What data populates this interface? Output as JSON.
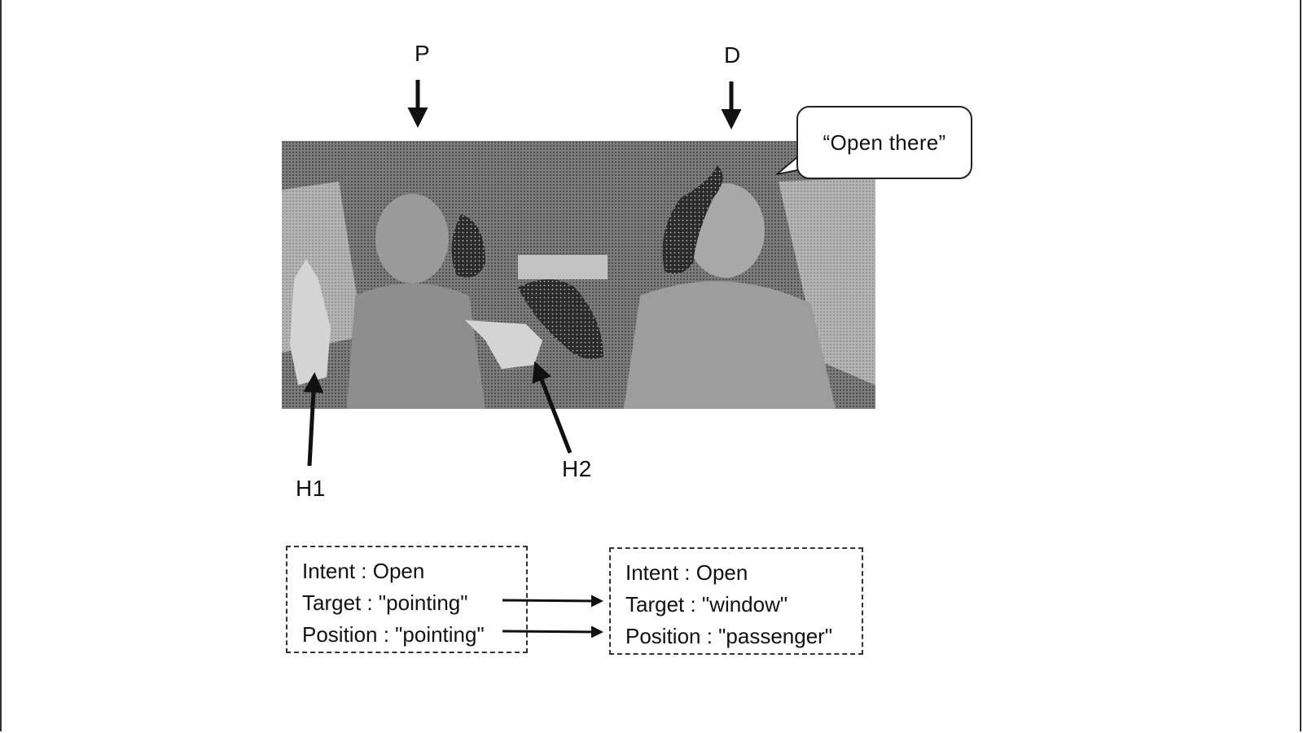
{
  "labels": {
    "passenger": "P",
    "driver": "D",
    "hand_one": "H1",
    "hand_two": "H2"
  },
  "speech_bubble": {
    "text": "“Open there”"
  },
  "boxes": {
    "left": {
      "intent": "Intent : Open",
      "target": "Target : \"pointing\"",
      "position": "Position : \"pointing\""
    },
    "right": {
      "intent": "Intent : Open",
      "target": "Target : \"window\"",
      "position": "Position : \"passenger\""
    }
  },
  "colors": {
    "line": "#111111",
    "photo_dark": "#5a5a5a",
    "photo_mid": "#8c8c8c",
    "photo_light": "#c8c8c8"
  }
}
